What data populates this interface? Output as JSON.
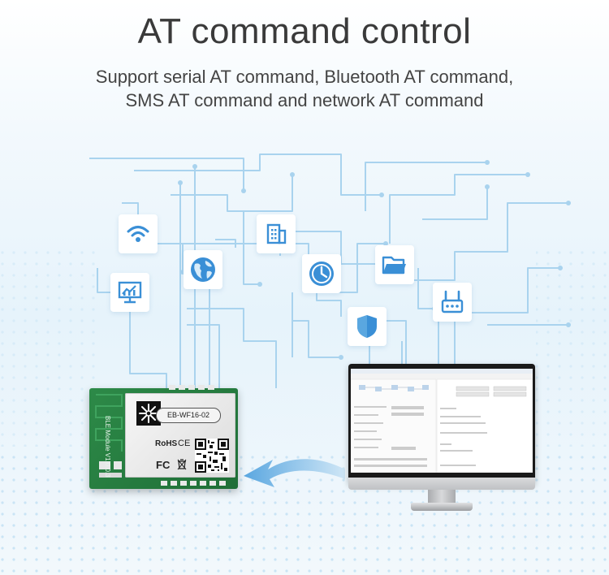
{
  "header": {
    "title": "AT command control",
    "subtitle_line1": "Support serial AT command, Bluetooth AT command,",
    "subtitle_line2": "SMS AT command and network AT command"
  },
  "module": {
    "name": "EB-WF16-02",
    "rohs": "RoHS",
    "ce": "CE",
    "fc": "FC",
    "side_text": "BLE Module V1.0.0.3"
  },
  "icons": [
    "wifi-icon",
    "globe-icon",
    "building-icon",
    "clock-icon",
    "folder-icon",
    "chart-monitor-icon",
    "shield-icon",
    "router-icon"
  ],
  "colors": {
    "accent": "#3a8fd6",
    "circuit": "#a9d3ee",
    "pcb": "#2d8a48",
    "title": "#3a3a3a"
  }
}
